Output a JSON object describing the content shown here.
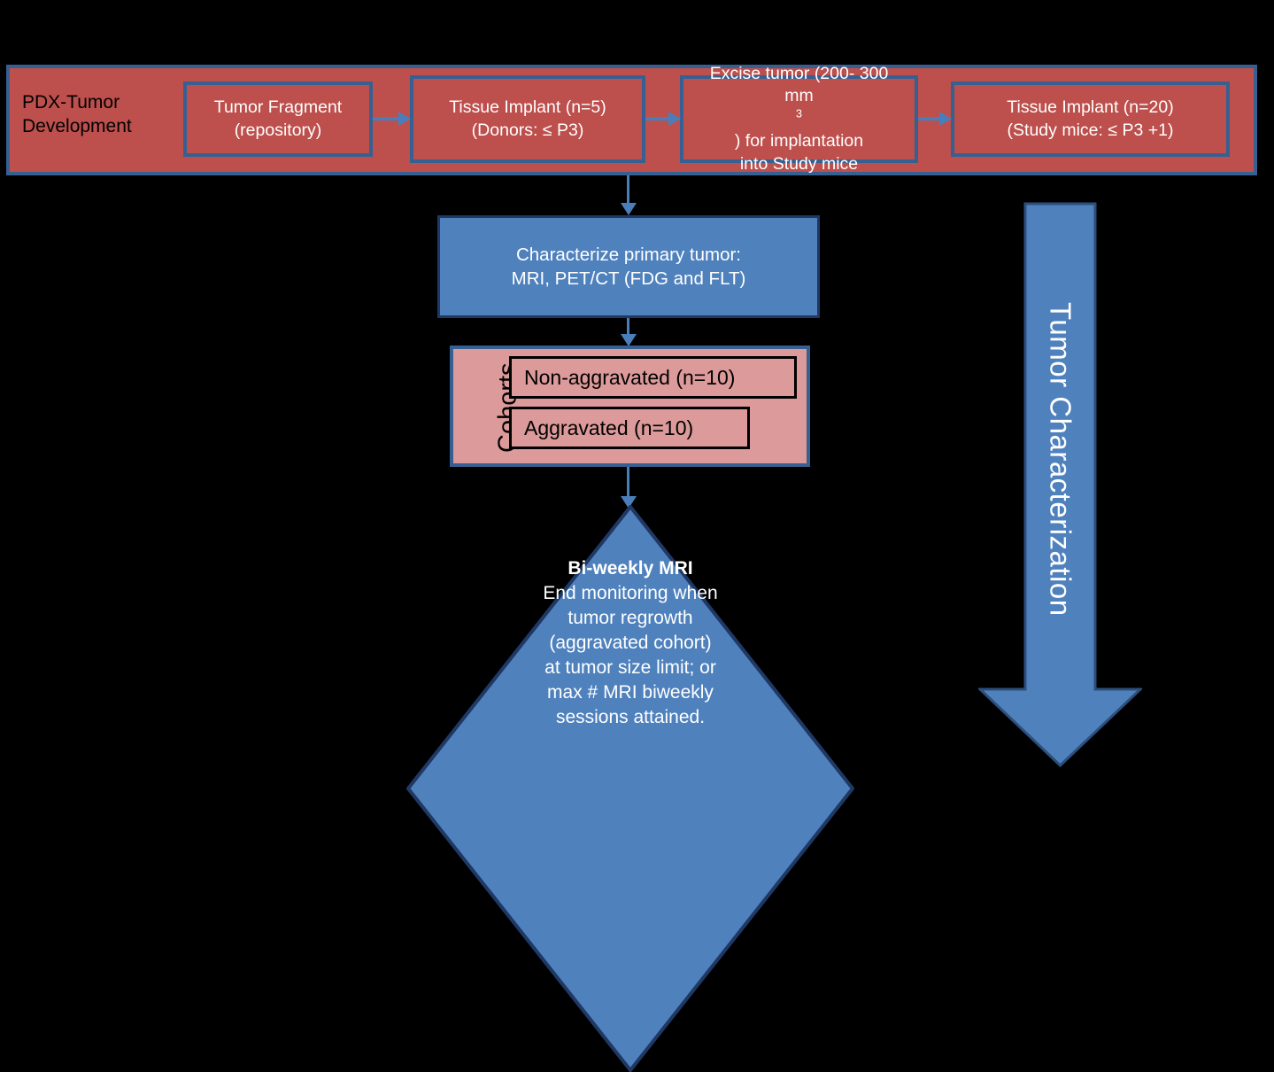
{
  "colors": {
    "red_fill": "#bd4f4c",
    "pink_fill": "#dd9a9a",
    "blue_fill": "#4f81bd",
    "blue_border": "#376092",
    "arrow_blue": "#4a7ebb",
    "dark_blue_border": "#1f3864",
    "background": "#000000",
    "white_text": "#ffffff",
    "black_text": "#000000"
  },
  "banner": {
    "label_line1": "PDX-Tumor",
    "label_line2": "Development",
    "boxes": [
      {
        "line1": "Tumor Fragment",
        "line2": "(repository)"
      },
      {
        "line1": "Tissue Implant (n=5)",
        "line2": "(Donors: ≤ P3)"
      },
      {
        "line1": "Excise tumor (200- 300",
        "line2_pre": "mm",
        "line2_sup": "3",
        "line2_post": ") for implantation",
        "line3": "into Study mice"
      },
      {
        "line1": "Tissue Implant (n=20)",
        "line2": "(Study mice: ≤ P3 +1)"
      }
    ]
  },
  "characterize": {
    "line1": "Characterize primary tumor:",
    "line2": "MRI, PET/CT (FDG and FLT)"
  },
  "cohorts": {
    "label": "Cohorts",
    "items": [
      {
        "label": "Non-aggravated (n=10)"
      },
      {
        "label": "Aggravated (n=10)"
      }
    ]
  },
  "decision": {
    "title": "Bi-weekly MRI",
    "line1": "End monitoring when",
    "line2": "tumor regrowth",
    "line3": "(aggravated cohort)",
    "line4": "at tumor size limit; or",
    "line5": "max # MRI biweekly",
    "line6": "sessions attained."
  },
  "side_arrow": {
    "label": "Tumor Characterization"
  }
}
